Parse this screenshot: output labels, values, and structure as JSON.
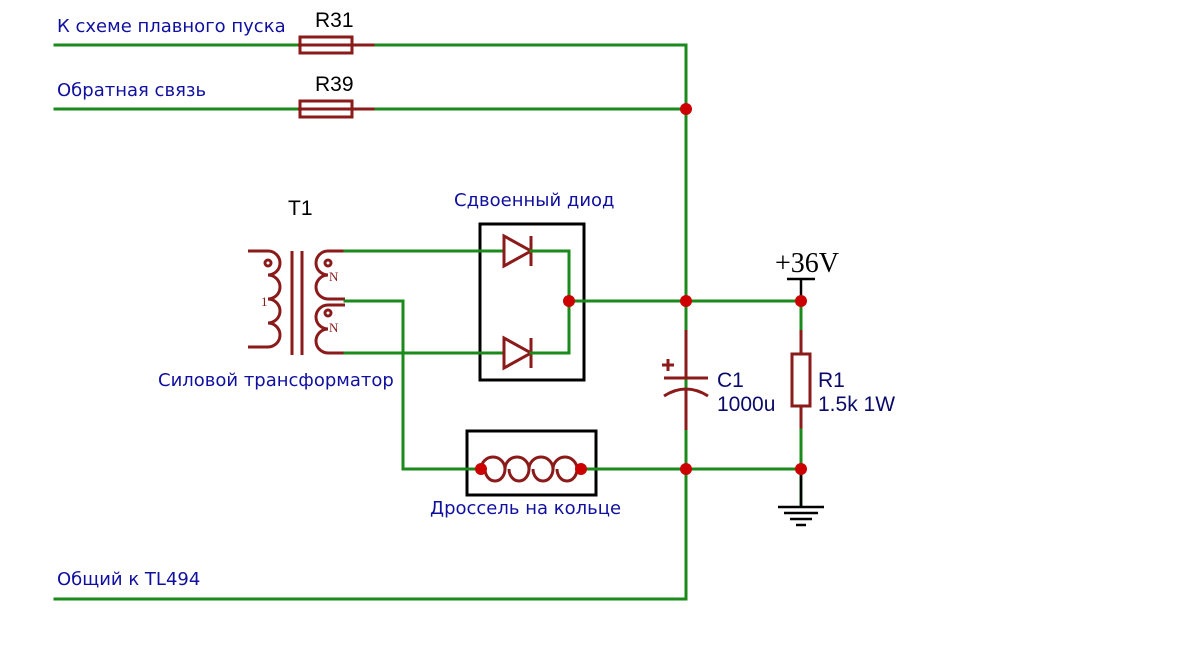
{
  "labels": {
    "soft_start": "К схеме плавного пуска",
    "feedback": "Обратная связь",
    "common": "Общий к TL494",
    "dual_diode": "Сдвоенный диод",
    "transformer": "Силовой трансформатор",
    "choke": "Дроссель на кольце"
  },
  "components": {
    "r31": {
      "ref": "R31"
    },
    "r39": {
      "ref": "R39"
    },
    "t1": {
      "ref": "T1",
      "pin_primary": "1",
      "pin_n1": "N",
      "pin_n2": "N"
    },
    "c1": {
      "ref": "C1",
      "value": "1000u"
    },
    "r1": {
      "ref": "R1",
      "value": "1.5k 1W"
    },
    "power": {
      "label": "+36V"
    }
  },
  "colors": {
    "wire": "#1a8a1a",
    "component": "#8b1a1a",
    "junction": "#cc0000",
    "text_blue": "#1010a0"
  }
}
